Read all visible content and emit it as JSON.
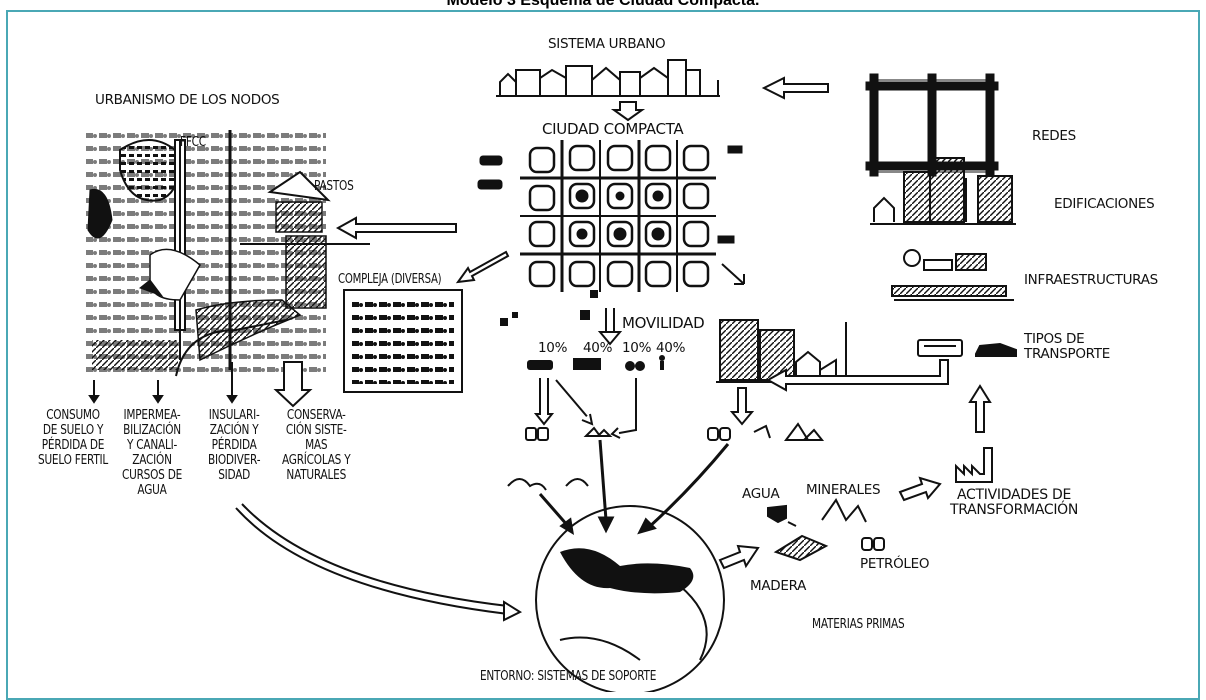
{
  "title": "Modelo 3 Esquema de Ciudad Compacta.",
  "labels": {
    "sistema_urbano": "SISTEMA URBANO",
    "urbanismo_nodos": "URBANISMO DE LOS NODOS",
    "ciudad_compacta": "CIUDAD COMPACTA",
    "ffcc": "FFCC",
    "pastos": "PASTOS",
    "compleja": "COMPLEJA (DIVERSA)",
    "movilidad": "MOVILIDAD",
    "redes": "REDES",
    "edificaciones": "EDIFICACIONES",
    "infraestructuras": "INFRAESTRUCTURAS",
    "tipos_transporte": "TIPOS DE\nTRANSPORTE",
    "actividades": "ACTIVIDADES DE\nTRANSFORMACIÓN",
    "agua": "AGUA",
    "minerales": "MINERALES",
    "madera": "MADERA",
    "petroleo": "PETRÓLEO",
    "materias_primas": "MATERIAS PRIMAS",
    "entorno": "ENTORNO: SISTEMAS DE SOPORTE"
  },
  "percentages": [
    "10%",
    "40%",
    "10%",
    "40%"
  ],
  "impacts": [
    "CONSUMO\nDE SUELO Y\nPÉRDIDA DE\nSUELO FERTIL",
    "IMPERMEA-\nBILIZACIÓN\nY CANALI-\nZACIÓN\nCURSOS DE\nAGUA",
    "INSULARI-\nZACIÓN Y\nPÉRDIDA\nBIODIVER-\nSIDAD",
    "CONSERVA-\nCIÓN SISTE-\nMAS\nAGRÍCOLAS Y\nNATURALES"
  ],
  "colors": {
    "frame": "#4aa8b5",
    "ink": "#111111"
  }
}
